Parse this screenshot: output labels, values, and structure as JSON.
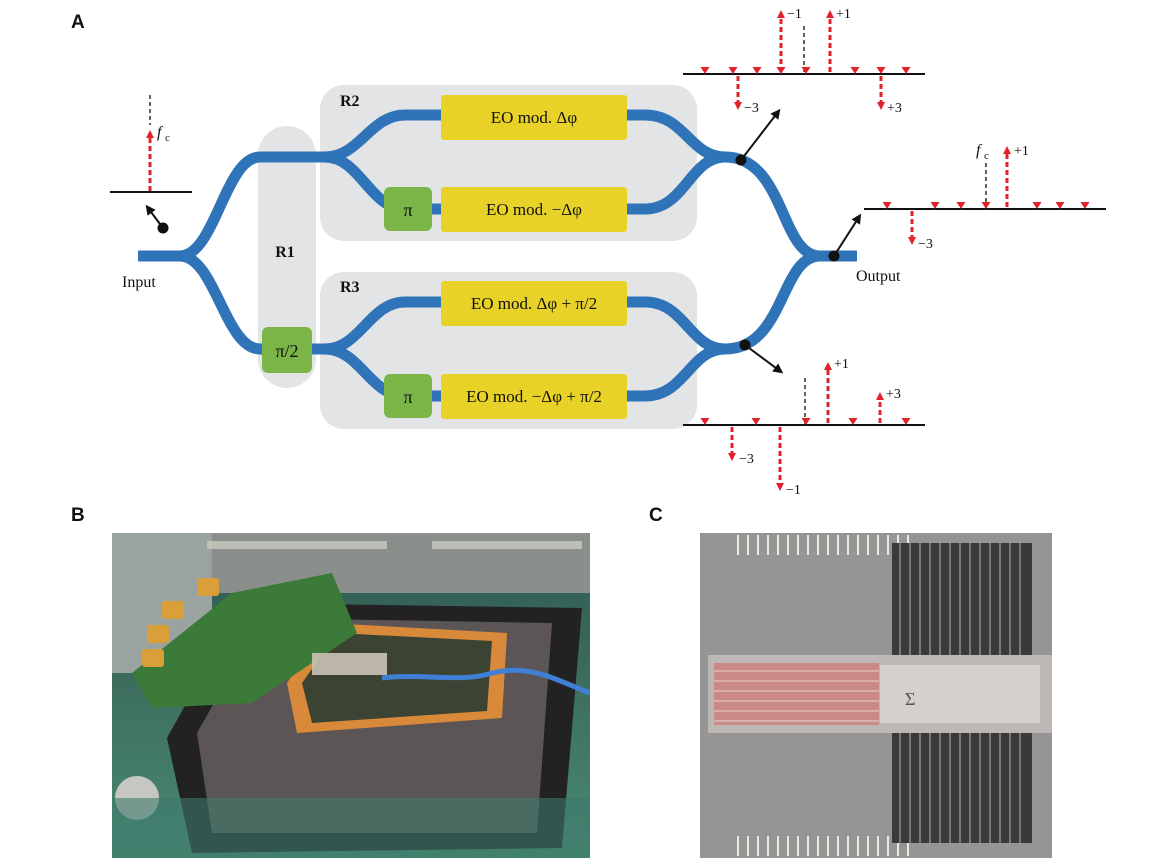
{
  "panels": {
    "a": "A",
    "b": "B",
    "c": "C"
  },
  "labels": {
    "input": "Input",
    "output": "Output",
    "r1": "R1",
    "r2": "R2",
    "r3": "R3",
    "pi_half": "π/2",
    "pi": "π",
    "eo_r2_top": "EO mod. Δφ",
    "eo_r2_bot": "EO mod. −Δφ",
    "eo_r3_top": "EO mod. Δφ + π/2",
    "eo_r3_bot": "EO mod. −Δφ + π/2",
    "fc": "f",
    "fc_sub": "c"
  },
  "spectra": {
    "input": {
      "markers": [
        "fc"
      ]
    },
    "top": {
      "markers": [
        "−1",
        "+1",
        "−3",
        "+3"
      ]
    },
    "output": {
      "markers": [
        "fc",
        "+1",
        "−3"
      ]
    },
    "bottom": {
      "markers": [
        "+1",
        "+3",
        "−3",
        "−1"
      ]
    }
  },
  "colors": {
    "waveguide": "#2f73b8",
    "region": "#e3e4e6",
    "modulator": "#e8d228",
    "phase": "#7bb548",
    "arrow": "#e0232b"
  }
}
